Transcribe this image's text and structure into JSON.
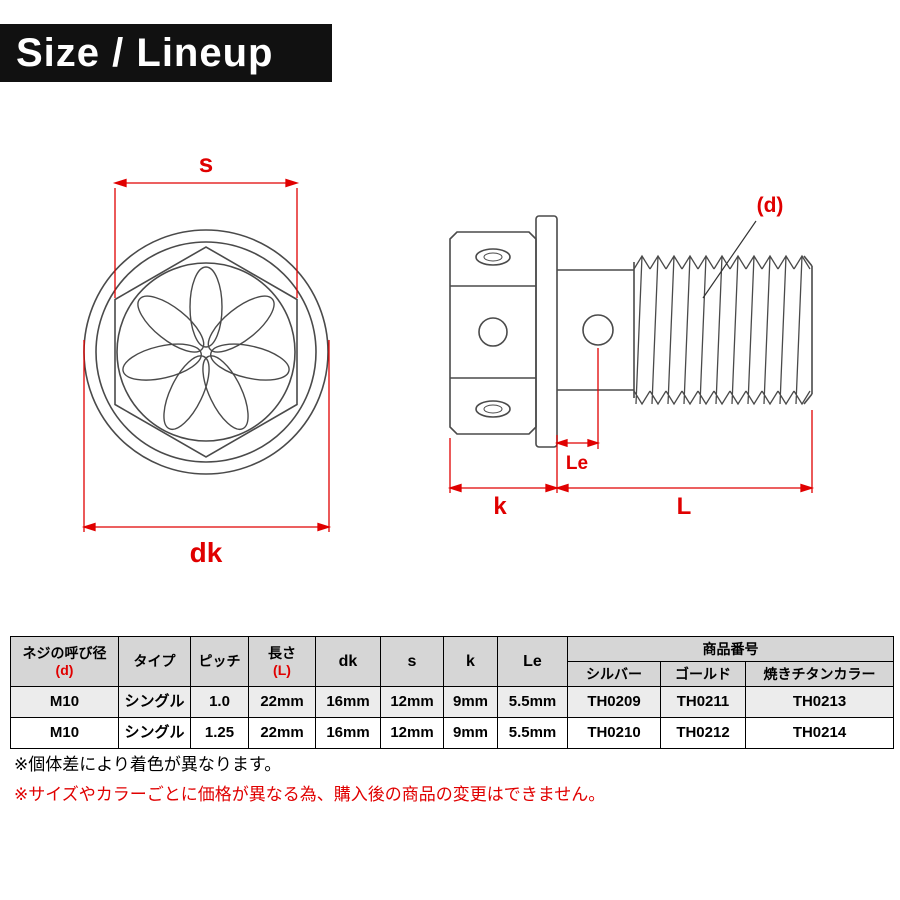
{
  "banner": {
    "title": "Size / Lineup"
  },
  "diagram": {
    "labels": {
      "s": "s",
      "dk": "dk",
      "d": "(d)",
      "le": "Le",
      "k": "k",
      "l": "L"
    }
  },
  "table": {
    "header": {
      "size_top": "ネジの呼び径",
      "size_sub": "(d)",
      "type": "タイプ",
      "pitch": "ピッチ",
      "length_top": "長さ",
      "length_sub": "(L)",
      "dk": "dk",
      "s": "s",
      "k": "k",
      "le": "Le",
      "product_no": "商品番号",
      "silver": "シルバー",
      "gold": "ゴールド",
      "titanium": "焼きチタンカラー"
    },
    "rows": [
      [
        "M10",
        "シングル",
        "1.0",
        "22mm",
        "16mm",
        "12mm",
        "9mm",
        "5.5mm",
        "TH0209",
        "TH0211",
        "TH0213"
      ],
      [
        "M10",
        "シングル",
        "1.25",
        "22mm",
        "16mm",
        "12mm",
        "9mm",
        "5.5mm",
        "TH0210",
        "TH0212",
        "TH0214"
      ]
    ]
  },
  "notes": {
    "note1": "※個体差により着色が異なります。",
    "note2": "※サイズやカラーごとに価格が異なる為、購入後の商品の変更はできません。"
  },
  "colors": {
    "accent_red": "#e00000",
    "banner_bg": "#111111",
    "line_gray": "#4a4a4a"
  }
}
